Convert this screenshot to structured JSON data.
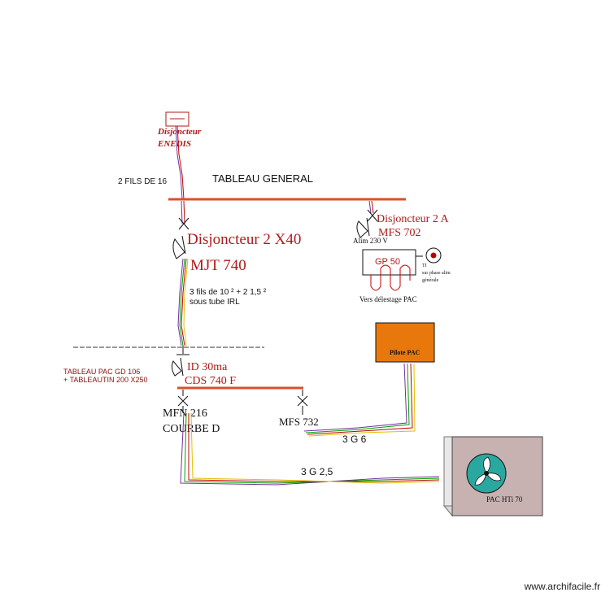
{
  "diagram": {
    "title": "TABLEAU  GENERAL",
    "enedis_breaker": {
      "line1": "Disjoncteur",
      "line2": "ENEDIS"
    },
    "supply_cable": "2 FILS DE 16",
    "main_breaker": {
      "line1": "Disjoncteur  2 X40",
      "line2": "MJT 740"
    },
    "main_cable": {
      "line1": "3 fils de 10 ² + 2 1,5 ²",
      "line2": "sous tube IRL"
    },
    "aux_breaker": {
      "line1": "Disjoncteur  2 A",
      "line2": "MFS  702"
    },
    "alim_label": "Alim 230 V",
    "gp_box": "GP 50",
    "ti_label": {
      "line1": "TI",
      "line2": "sur phase alim",
      "line3": "générale"
    },
    "delestage_label": "Vers délestage PAC",
    "pac_panel": {
      "line1": "TABLEAU PAC  GD 106",
      "line2": "+ TABLEAUTIN 200 X250"
    },
    "id_breaker": {
      "line1": "ID  30ma",
      "line2": "CDS 740 F"
    },
    "mfn_breaker": {
      "line1": "MFN 216",
      "line2": "COURBE D"
    },
    "mfs_breaker": "MFS 732",
    "pilot_box": "Pilote PAC",
    "cable_3g6": "3 G 6",
    "cable_3g25": "3 G 2,5",
    "pac_unit": "PAC HTi 70",
    "colors": {
      "busbar": "#d9502a",
      "label_red": "#b01a1a",
      "pilot_fill": "#e8780c",
      "pac_fill": "#c8b1b1",
      "fan_fill": "#2aa8a0"
    }
  },
  "watermark": "www.archifacile.fr"
}
